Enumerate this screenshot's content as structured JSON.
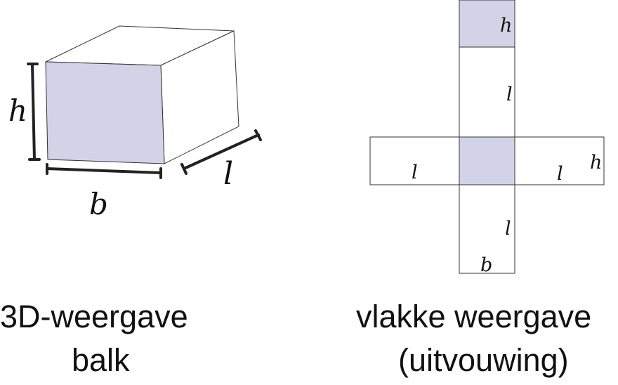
{
  "colors": {
    "face_fill": "#d3d3e8",
    "outline": "#333333",
    "dimension_bar": "#222222"
  },
  "box_3d": {
    "height_label": "h",
    "width_label": "b",
    "length_label": "l"
  },
  "net": {
    "top_face_label": "h",
    "upper_strip_label": "l",
    "left_strip_label": "l",
    "right_strip_label": "l",
    "right_end_label": "h",
    "lower_strip_label": "l",
    "bottom_label": "b"
  },
  "captions": {
    "left_line1": "3D-weergave",
    "left_line2": "balk",
    "right_line1": "vlakke weergave",
    "right_line2": "(uitvouwing)"
  }
}
